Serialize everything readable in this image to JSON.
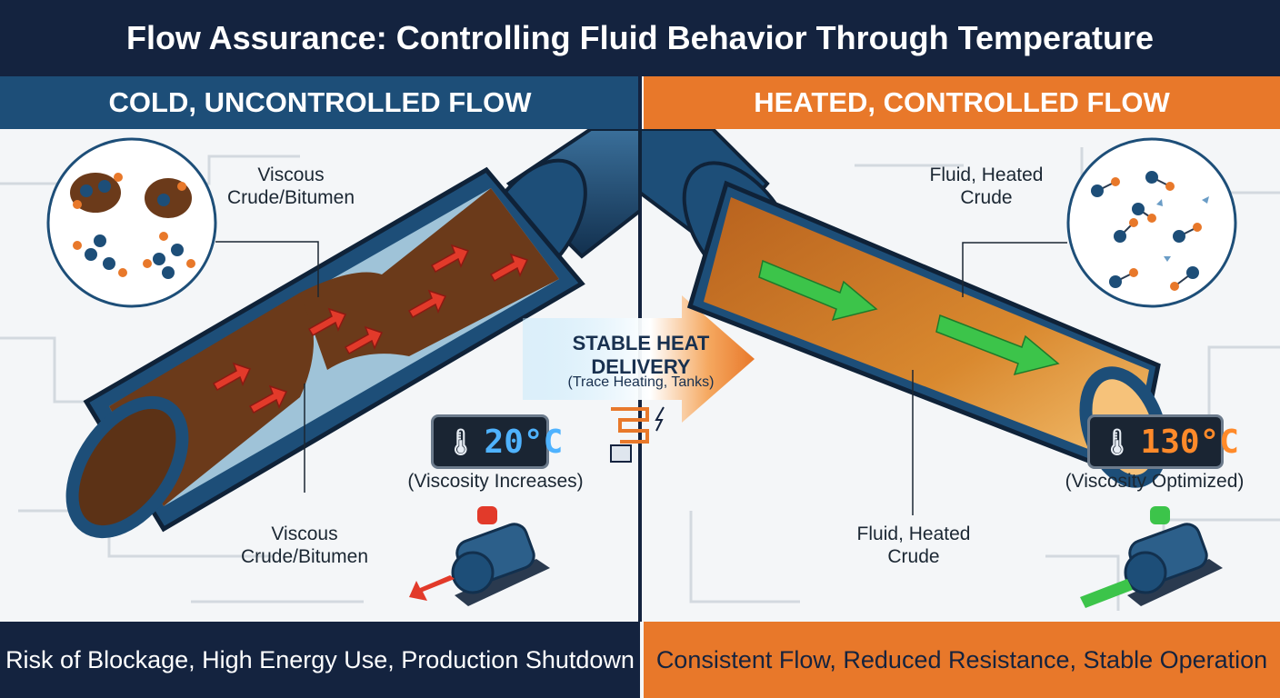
{
  "title": "Flow Assurance: Controlling Fluid Behavior Through Temperature",
  "left_panel": {
    "header": "COLD, UNCONTROLLED FLOW",
    "label_top": "Viscous Crude/Bitumen",
    "label_bottom": "Viscous Crude/Bitumen",
    "temperature": "20°C",
    "status": "(Viscosity Increases)",
    "footer": "Risk of Blockage, High Energy Use, Production Shutdown",
    "icons": [
      "molecule-cluster-icon",
      "thermometer-icon",
      "pump-icon",
      "red-status-light-icon"
    ]
  },
  "center": {
    "title": "STABLE HEAT DELIVERY",
    "subtitle": "(Trace Heating, Tanks)",
    "icons": [
      "heat-arrow-icon",
      "trace-heating-coil-icon",
      "lightning-icon"
    ]
  },
  "right_panel": {
    "header": "HEATED, CONTROLLED FLOW",
    "label_top": "Fluid, Heated Crude",
    "label_bottom": "Fluid, Heated Crude",
    "temperature": "130°C",
    "status": "(Viscosity Optimized)",
    "footer": "Consistent Flow, Reduced Resistance, Stable Operation",
    "icons": [
      "dispersed-molecules-icon",
      "thermometer-icon",
      "pump-icon",
      "green-status-light-icon"
    ]
  },
  "colors": {
    "navy": "#14233f",
    "blue": "#1d4e78",
    "orange": "#e8782a",
    "cold_crude": "#6b3a1a",
    "hot_crude": "#d9892f",
    "red_arrow": "#e23a2a",
    "green_arrow": "#3cc44a",
    "cold_digits": "#4fb3ff",
    "hot_digits": "#ff8a2a"
  }
}
